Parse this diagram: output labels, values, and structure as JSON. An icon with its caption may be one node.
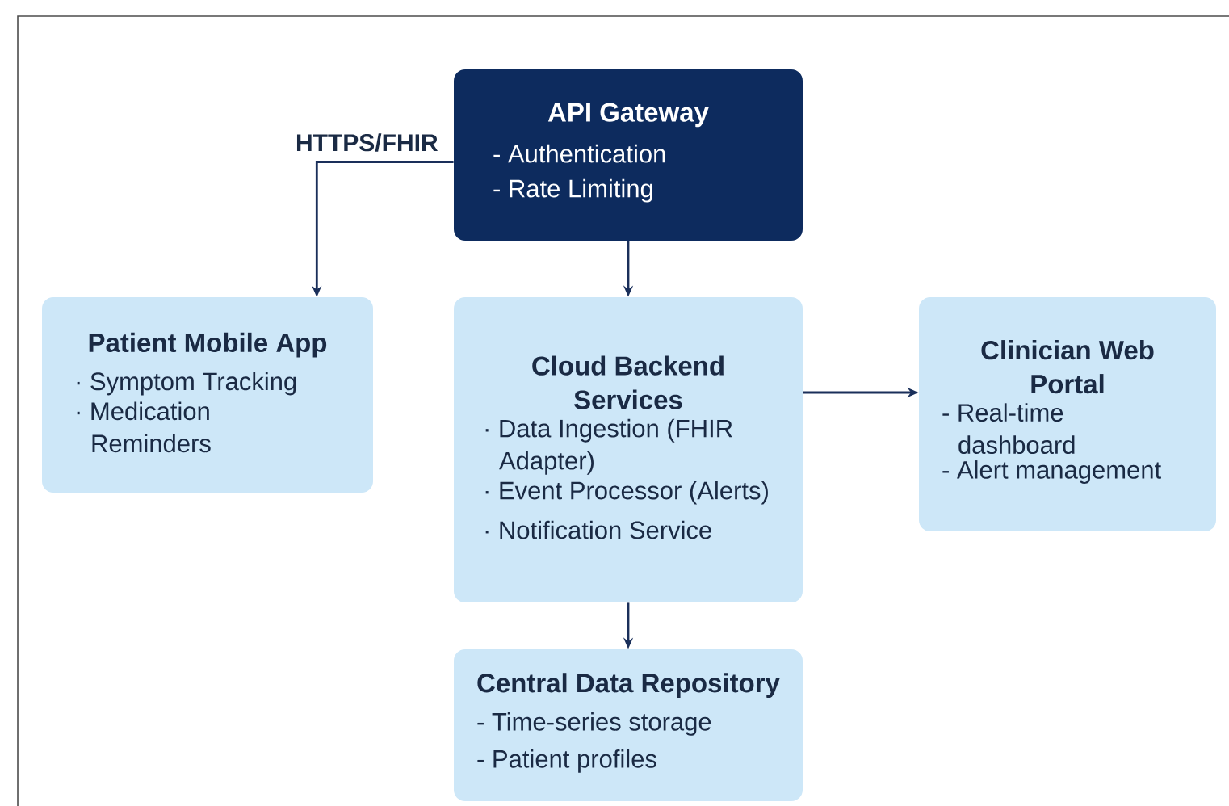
{
  "diagram": {
    "nodes": [
      {
        "text": [
          "API Gateway",
          "- Authentication",
          "- Rate Limiting"
        ]
      },
      {
        "text": [
          "Patient Mobile App",
          "· Symptom Tracking",
          "· Medication Reminders"
        ]
      },
      {
        "text": [
          "Cloud Backend Services",
          "· Data Ingestion (FHIR Adapter)",
          "· Event Processor (Alerts)",
          "· Notification Service"
        ]
      },
      {
        "text": [
          "Clinician Web Portal",
          "- Real-time dashboard",
          "- Alert management"
        ]
      },
      {
        "text": [
          "Central Data Repository",
          "- Time-series storage",
          "- Patient profiles"
        ]
      }
    ],
    "edges": [
      {
        "from": 0,
        "to": 1,
        "arrow": "to",
        "label": "HTTPS/FHIR"
      },
      {
        "from": 0,
        "to": 2,
        "arrow": "to"
      },
      {
        "from": 2,
        "to": 3,
        "arrow": "to"
      },
      {
        "from": 2,
        "to": 4,
        "arrow": "to"
      }
    ]
  }
}
